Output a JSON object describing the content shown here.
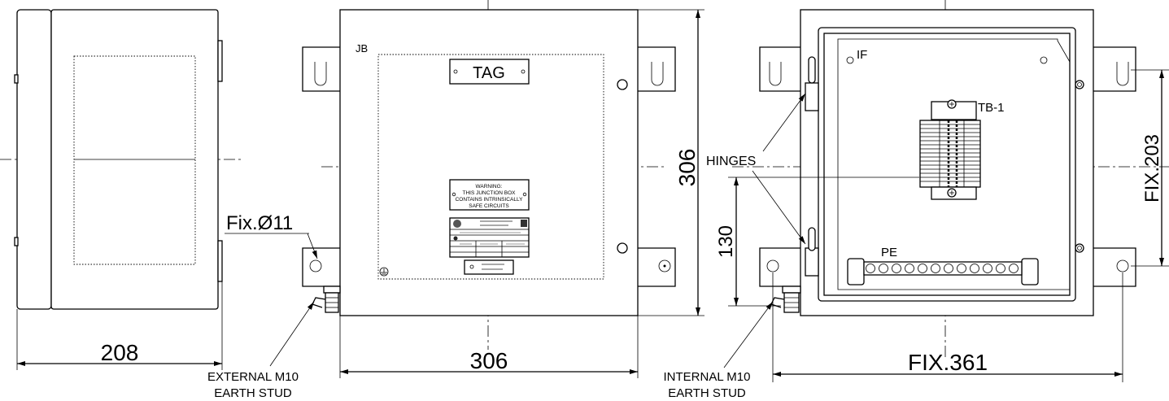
{
  "side_view": {
    "width_dim": "208"
  },
  "front_view": {
    "jb_label": "JB",
    "tag_label": "TAG",
    "warning_lines": [
      "WARNING:",
      "THIS JUNCTION BOX",
      "CONTAINS INTRINSICALLY",
      "SAFE CIRCUITS"
    ],
    "width_dim": "306",
    "height_dim": "306",
    "fix_hole_label": "Fix.Ø11",
    "earth_label_line1": "EXTERNAL M10",
    "earth_label_line2": "EARTH STUD"
  },
  "interior_view": {
    "if_label": "IF",
    "tb_label": "TB-1",
    "pe_label": "PE",
    "hinges_label": "HINGES",
    "hinge_dim": "130",
    "fix_v_dim": "FIX.203",
    "fix_h_dim": "FIX.361",
    "earth_label_line1": "INTERNAL M10",
    "earth_label_line2": "EARTH STUD"
  },
  "icons": [
    "earth-ground-icon",
    "nameplate-icon",
    "gland-icon"
  ]
}
